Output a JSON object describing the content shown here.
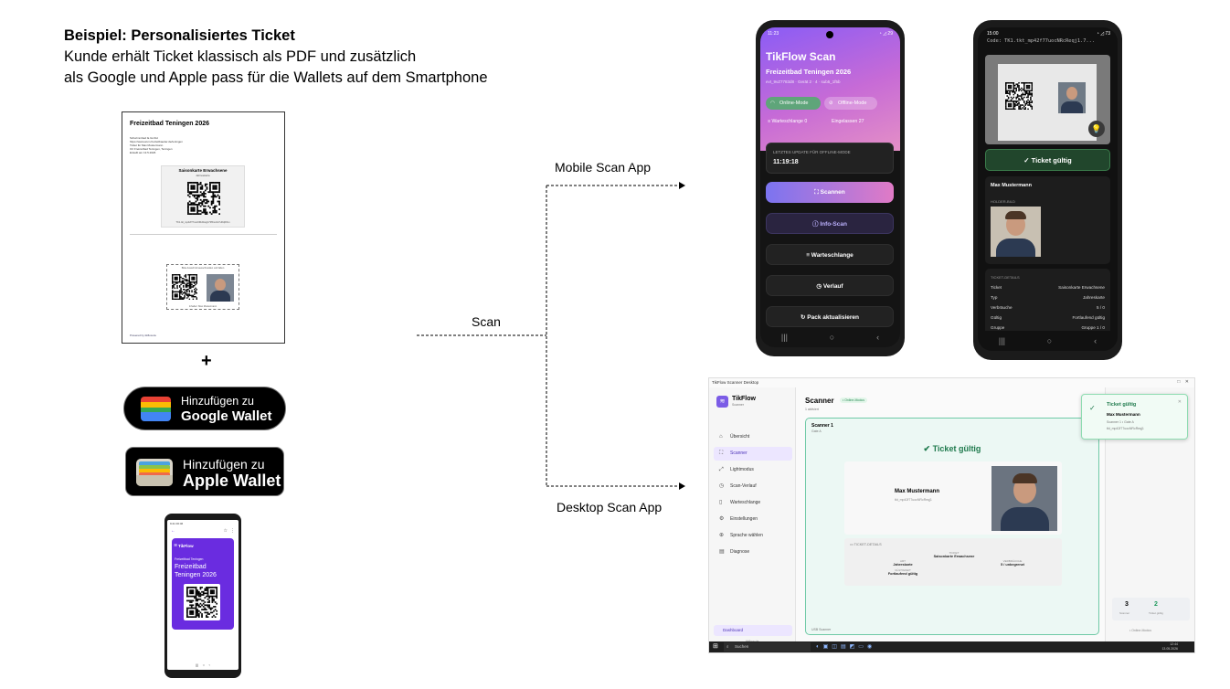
{
  "heading": {
    "title": "Beispiel: Personalisiertes Ticket",
    "line1": "Kunde erhält Ticket klassisch als PDF und zusätzlich",
    "line2": "als Google und Apple pass für die Wallets auf dem Smartphone"
  },
  "pdf": {
    "title": "Freizeitbad Teningen 2026",
    "meta": [
      "Schwimmbad fa GmbH",
      "https://www.wum.freizeitbaeder.de/teningen",
      "Ticket für       Max Mustermann",
      "Ort             Freizeitbad Teningen, Teningen",
      "Erstellt am     13.5.2026"
    ],
    "card_title": "Saisonkarte Erwachsene",
    "card_sub": "Jahreskarte",
    "card_id": "TK1.tkt_mp42f77uocNRcReqj17R5mAGYH6qWhm",
    "cut_caption": "Bitte Ausschnitt ausschneiden und falten",
    "cut_caption2": "Inhaber: Max Mustermann",
    "footer": "Powered by tikflow.de"
  },
  "plus": "+",
  "google_wallet": {
    "line1": "Hinzufügen zu",
    "line2": "Google Wallet"
  },
  "apple_wallet": {
    "line1": "Hinzufügen zu",
    "line2": "Apple Wallet"
  },
  "small_phone": {
    "status": "9:41 00:46",
    "brand": "TikFlow",
    "venue_small": "Freizeitbad Teningen",
    "pass_name": "Freizeitbad Teningen 2026"
  },
  "flow": {
    "scan": "Scan",
    "mobile": "Mobile Scan App",
    "desktop": "Desktop Scan App"
  },
  "mobile_app": {
    "status_time": "11:23",
    "status_right": "◔ ◿ 29",
    "app_name": "TikFlow Scan",
    "venue": "Freizeitbad Teningen 2026",
    "event_id": "evt_9vZ7783d8 · Gerät 2 · 4 · sub5_1f5b",
    "online": "Online-Mode",
    "offline": "Offline-Mode",
    "queue": "Warteschlange 0",
    "entered": "Eingelassen 27",
    "update_label": "LETZTES UPDATE FÜR OFFLINE-MODE",
    "update_time": "11:19:18",
    "btn_scan": "Scannen",
    "btn_info": "Info-Scan",
    "btn_queue": "Warteschlange",
    "btn_history": "Verlauf",
    "btn_pack": "Pack aktualisieren"
  },
  "scan_result": {
    "status_time": "15:00",
    "status_right": "◔ ◿ 73",
    "code": "Code: TK1.tkt_mp42f77uocNRcReqj1.7...",
    "valid": "✓ Ticket gültig",
    "holder_name": "Max Mustermann",
    "holder_label": "HOLDER-BILD",
    "details_label": "TICKET-DETAILS",
    "details": [
      {
        "k": "Ticket",
        "v": "Saisonkarte Erwachsene"
      },
      {
        "k": "Typ",
        "v": "Jahreskarte"
      },
      {
        "k": "Verbräuche",
        "v": "5 / 0"
      },
      {
        "k": "Gültig",
        "v": "Fortlaufend gültig"
      },
      {
        "k": "Gruppe",
        "v": "Gruppe 1 / 0"
      }
    ]
  },
  "desktop": {
    "window_title": "TikFlow Scanner Desktop",
    "brand": "TikFlow",
    "brand_sub": "Scanner",
    "nav": [
      "Übersicht",
      "Scanner",
      "Lightmodus",
      "Scan-Verlauf",
      "Warteschlange",
      "Einstellungen",
      "Sprache wählen",
      "Diagnose"
    ],
    "dashboard": "Dashboard",
    "site": "tikflow.de",
    "title": "Scanner",
    "badge": "• Online-Modus",
    "sub": "1 aktiviert",
    "panel_name": "Scanner 1",
    "panel_gate": "Gate A",
    "valid": "Ticket gültig",
    "holder": "Max Mustermann",
    "holder_id": "tkt_mp42f77uocNRcReqj1",
    "details_label": "TICKET-DETAILS",
    "d_art_k": "ART",
    "d_art_v": "Jahreskarte",
    "d_ticket_k": "TICKET",
    "d_ticket_v": "Saisonkarte Erwachsene",
    "d_use_k": "VERBRÄUCHE",
    "d_use_v": "5 / unbegrenzt",
    "d_valid_k": "GÜLTIGKEIT",
    "d_valid_v": "Fortlaufend gültig",
    "usb": "USB Scanner",
    "toast_title": "Ticket gültig",
    "toast_name": "Max Mustermann",
    "toast_sub": "Scanner 1 • Gate A",
    "toast_id": "tkt_mp42f77uocNRcReqj1",
    "stat_a": "3",
    "stat_a_label": "Scanner",
    "stat_b": "2",
    "stat_b_label": "Ticket gültig",
    "online": "• Online-Modus",
    "search": "Suchen",
    "clock_time": "12:44",
    "clock_date": "13.05.2026"
  },
  "colors": {
    "accent": "#7b5ce6",
    "success": "#1f7a4d"
  }
}
